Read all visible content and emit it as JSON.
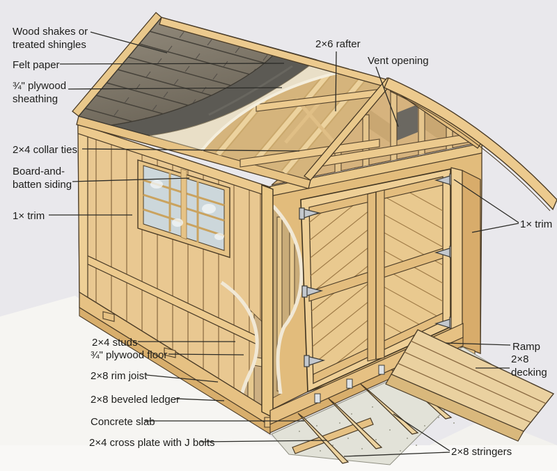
{
  "labels": {
    "wood_shakes": "Wood shakes or treated shingles",
    "felt_paper": "Felt paper",
    "plywood_sheathing": "¾\" plywood sheathing",
    "collar_ties": "2×4 collar ties",
    "board_and_batten": "Board-and-batten siding",
    "trim_left": "1× trim",
    "rafter": "2×6 rafter",
    "vent": "Vent opening",
    "trim_right": "1× trim",
    "studs": "2×4 studs",
    "plywood_floor": "¾\" plywood floor",
    "rim_joist": "2×8 rim joist",
    "beveled_ledger": "2×8 beveled ledger",
    "concrete_slab": "Concrete slab",
    "cross_plate": "2×4 cross plate with J bolts",
    "ramp": "Ramp",
    "decking": "2×8 decking",
    "stringers": "2×8 stringers"
  },
  "colors": {
    "background": "#e9e8ec",
    "ground": "#f8f7f4",
    "wood_light": "#eecf96",
    "wood_mid": "#e3bd7e",
    "wood_shadow": "#c9a368",
    "outline": "#4a3b26",
    "shingles": "#8d8577",
    "felt_paper": "#5c5a54",
    "sheathing": "#e9dfc7",
    "window_pane": "#ccd7db",
    "concrete": "#e2e2d8",
    "hinge_metal": "#c3c8ce",
    "leader_line": "#2b2b27"
  }
}
